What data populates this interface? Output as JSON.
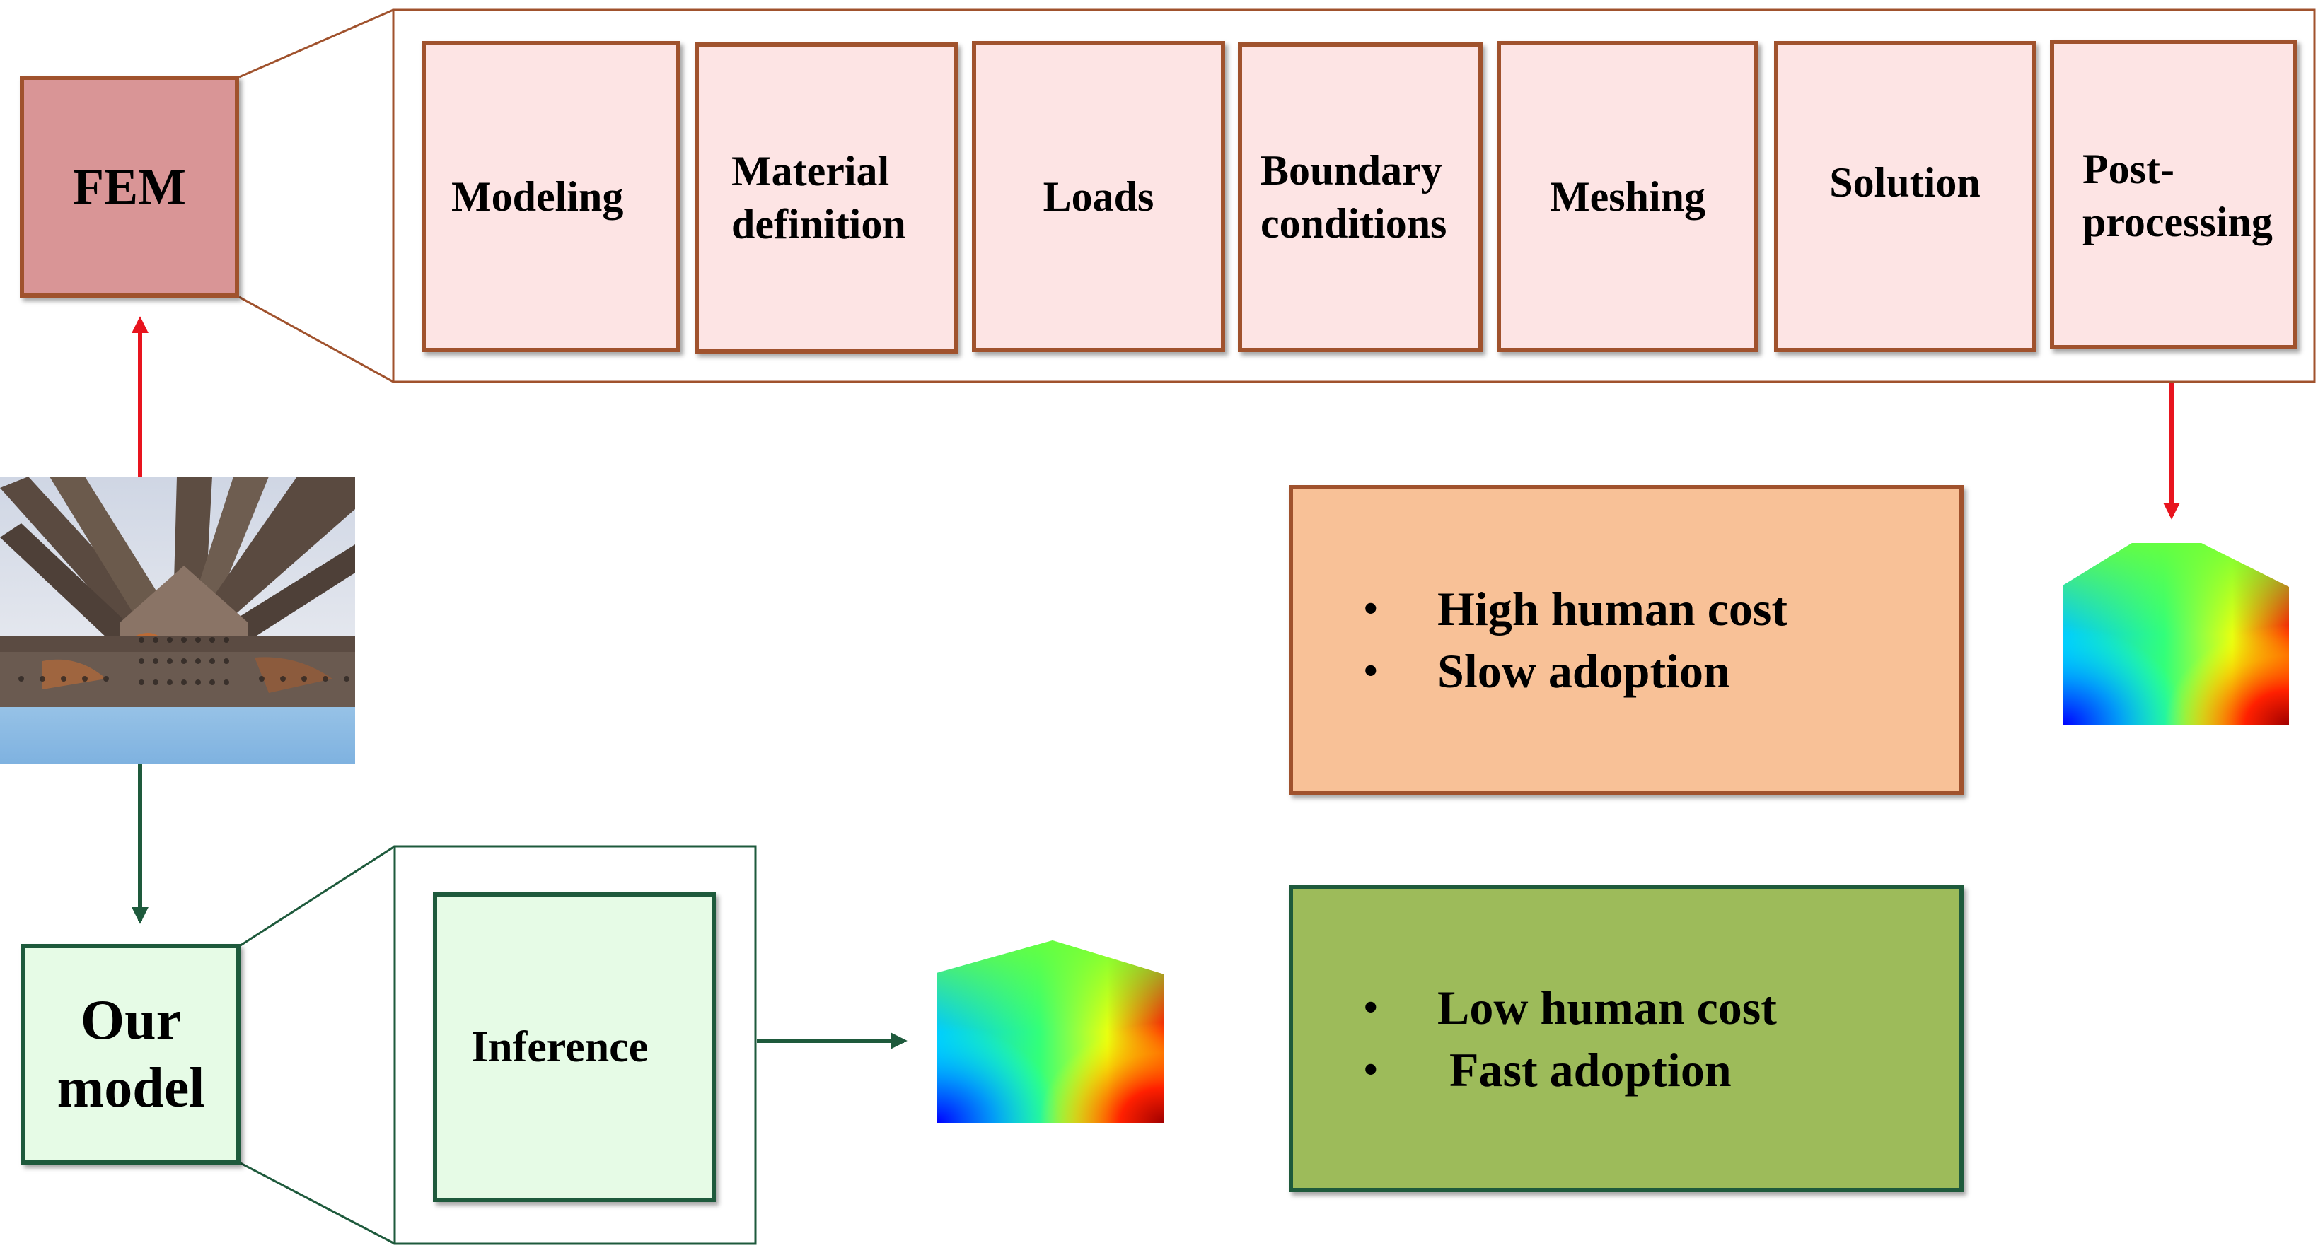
{
  "fem": {
    "label": "FEM"
  },
  "fem_steps": [
    {
      "id": "modeling",
      "label": "Modeling"
    },
    {
      "id": "material-definition",
      "label": "Material\ndefinition"
    },
    {
      "id": "loads",
      "label": "Loads"
    },
    {
      "id": "boundary-conditions",
      "label": "Boundary\nconditions"
    },
    {
      "id": "meshing",
      "label": "Meshing"
    },
    {
      "id": "solution",
      "label": "Solution"
    },
    {
      "id": "post-processing",
      "label": "Post-\nprocessing"
    }
  ],
  "our_model": {
    "label": "Our\nmodel"
  },
  "inference": {
    "label": "Inference"
  },
  "fem_drawbacks": [
    "High human cost",
    "Slow adoption"
  ],
  "model_benefits": [
    "Low human cost",
    " Fast adoption"
  ],
  "bullet_symbol": "•",
  "colors": {
    "fem_fill": "#d99596",
    "fem_border": "#a0522d",
    "step_fill": "#fde4e4",
    "fem_arrow": "#e8141e",
    "model_fill": "#e6fbe6",
    "model_border": "#1e5a3c",
    "drawbacks_fill": "#f8c197",
    "benefits_fill": "#9dbb5a"
  },
  "images": {
    "input_photo": "photo-of-rusted-steel-bridge-gusset-plate",
    "fem_result": "stress-field-heatmap-house-shape",
    "model_result": "stress-field-heatmap-house-shape"
  }
}
